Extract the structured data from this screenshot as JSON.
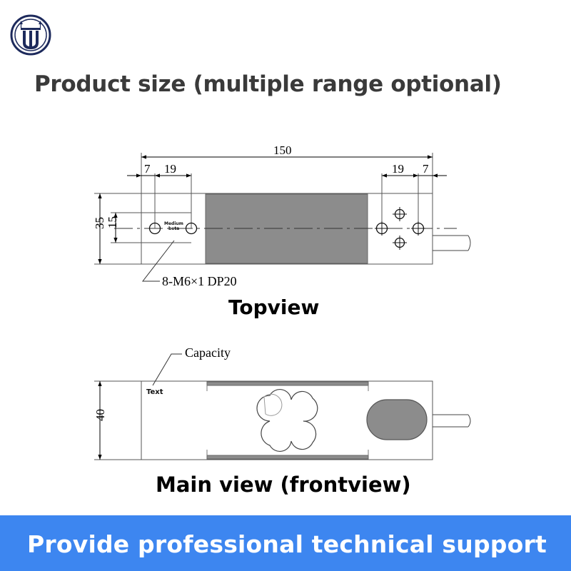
{
  "brand": {
    "logo_icon": "scale-shield-logo-icon"
  },
  "heading": "Product size (multiple range optional)",
  "top_view": {
    "caption": "Topview",
    "overall_length": "150",
    "left_edge_offset": "7",
    "left_hole_pitch": "19",
    "right_hole_pitch": "19",
    "right_edge_offset": "7",
    "width": "35",
    "hole_spacing": "15",
    "hole_callout": "8-M6×1 DP20",
    "label_line1": "Medium",
    "label_line2": "beta"
  },
  "main_view": {
    "caption": "Main view (frontview)",
    "height": "40",
    "capacity_label": "Capacity",
    "text_label": "Text"
  },
  "banner": {
    "text": "Provide professional technical support",
    "color": "#3d86f0"
  }
}
